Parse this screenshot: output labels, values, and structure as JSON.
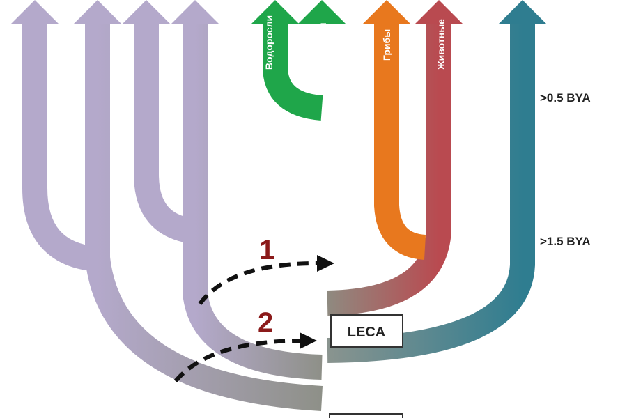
{
  "branches": {
    "algae": "Водоросли",
    "plants": "Растения",
    "fungi": "Грибы",
    "animals": "Животные"
  },
  "time_markers": {
    "upper": ">0.5 BYA",
    "lower": ">1.5 BYA"
  },
  "event_numbers": {
    "first": "1",
    "second": "2"
  },
  "nodes": {
    "leca": "LECA"
  },
  "colors": {
    "purple": "#b4a9cb",
    "green": "#1fa64a",
    "trunk": "#6f9777",
    "orange": "#e8781e",
    "red": "#b94a50",
    "teal": "#2f7d90",
    "number": "#8b1a1a"
  }
}
